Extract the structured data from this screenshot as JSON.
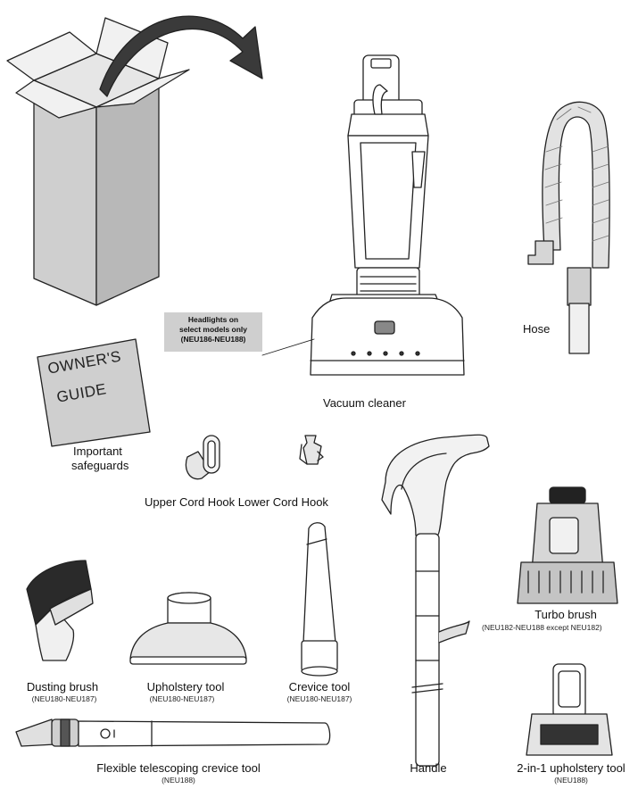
{
  "callout": {
    "line1": "Headlights on",
    "line2": "select models only",
    "line3": "(NEU186-NEU188)"
  },
  "manual": {
    "line1": "OWNER'S",
    "line2": "GUIDE"
  },
  "labels": {
    "hose": "Hose",
    "vacuum_cleaner": "Vacuum cleaner",
    "important_line1": "Important",
    "important_line2": "safeguards",
    "cord_hooks": "Upper Cord Hook Lower Cord Hook",
    "turbo_brush": "Turbo brush",
    "turbo_brush_models": "(NEU182-NEU188 except NEU182)",
    "dusting_brush": "Dusting brush",
    "dusting_brush_models": "(NEU180-NEU187)",
    "upholstery_tool": "Upholstery tool",
    "upholstery_tool_models": "(NEU180-NEU187)",
    "crevice_tool": "Crevice tool",
    "crevice_tool_models": "(NEU180-NEU187)",
    "flex_crevice_tool": "Flexible telescoping crevice tool",
    "flex_crevice_tool_models": "(NEU188)",
    "handle": "Handle",
    "two_in_one_tool": "2-in-1 upholstery tool",
    "two_in_one_tool_models": "(NEU188)"
  }
}
